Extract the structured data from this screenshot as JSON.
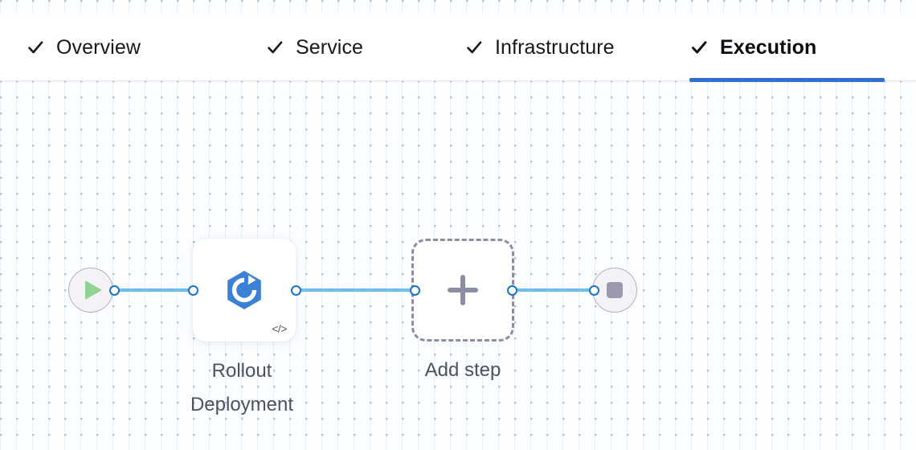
{
  "theme": {
    "accent": "#2f6fd0",
    "edge_color": "#6cc0f0",
    "handle_border": "#1a73c9",
    "canvas_bg": "#fbfdff",
    "dot_color": "#b9c0ce",
    "node_label_color": "#4c5163",
    "start_icon_color": "#90d494",
    "stop_icon_color": "#9a99ae",
    "step_icon_color": "#3b82d6",
    "dashed_border_color": "#8a8da4"
  },
  "tabbar": {
    "tabs": [
      {
        "label": "Overview",
        "icon": "check-icon",
        "completed": true,
        "active": false
      },
      {
        "label": "Service",
        "icon": "check-icon",
        "completed": true,
        "active": false
      },
      {
        "label": "Infrastructure",
        "icon": "check-icon",
        "completed": true,
        "active": false
      },
      {
        "label": "Execution",
        "icon": "check-icon",
        "completed": true,
        "active": true
      }
    ]
  },
  "flow": {
    "nodes": [
      {
        "id": "start",
        "type": "terminal",
        "icon": "play-icon",
        "label": ""
      },
      {
        "id": "rollout",
        "type": "step",
        "icon": "rollout-deployment-icon",
        "label": "Rollout\nDeployment",
        "badge": "</>"
      },
      {
        "id": "add-step",
        "type": "add",
        "icon": "plus-icon",
        "label": "Add step"
      },
      {
        "id": "end",
        "type": "terminal",
        "icon": "stop-icon",
        "label": ""
      }
    ]
  }
}
